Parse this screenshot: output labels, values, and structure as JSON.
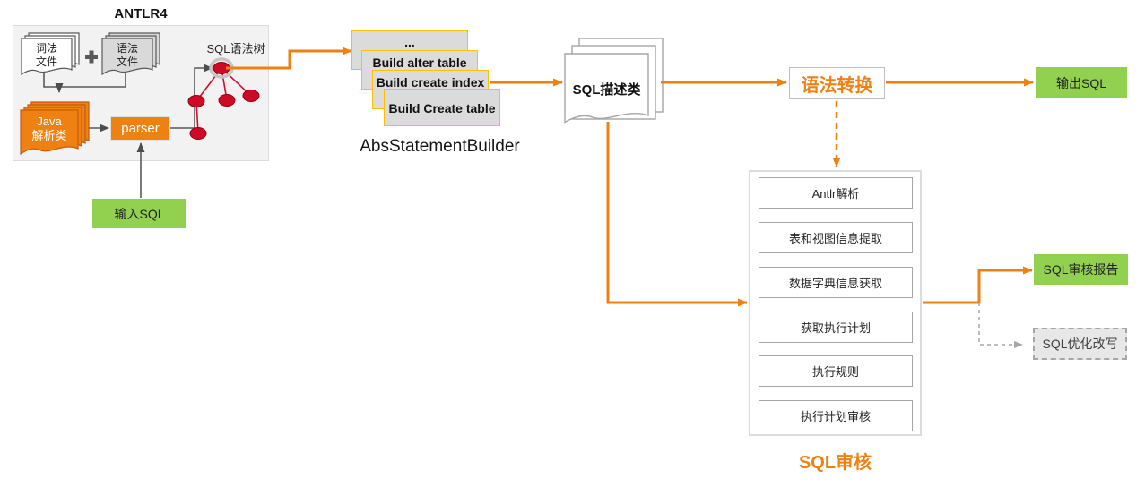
{
  "colors": {
    "orange": "#EE8112",
    "green": "#92D050",
    "card_fill": "#DBDBDB",
    "card_border": "#FFC000",
    "node_red": "#CF0A26",
    "gray_border": "#A6A6A6"
  },
  "antlr": {
    "title": "ANTLR4",
    "lexer": {
      "line1": "词法",
      "line2": "文件"
    },
    "grammar": {
      "line1": "语法",
      "line2": "文件"
    },
    "java": {
      "line1": "Java",
      "line2": "解析类"
    },
    "parser_label": "parser",
    "tree_label": "SQL语法树"
  },
  "input_sql": {
    "label": "输入SQL"
  },
  "builder": {
    "label": "AbsStatementBuilder",
    "cards": [
      "...",
      "Build alter table",
      "Build create index",
      "Build Create table"
    ]
  },
  "sql_desc": {
    "label": "SQL描述类"
  },
  "convert": {
    "label": "语法转换"
  },
  "output_sql": {
    "label": "输出SQL"
  },
  "audit": {
    "label": "SQL审核",
    "steps": [
      "Antlr解析",
      "表和视图信息提取",
      "数据字典信息获取",
      "获取执行计划",
      "执行规则",
      "执行计划审核"
    ],
    "report_label": "SQL审核报告",
    "rewrite_label": "SQL优化改写"
  }
}
